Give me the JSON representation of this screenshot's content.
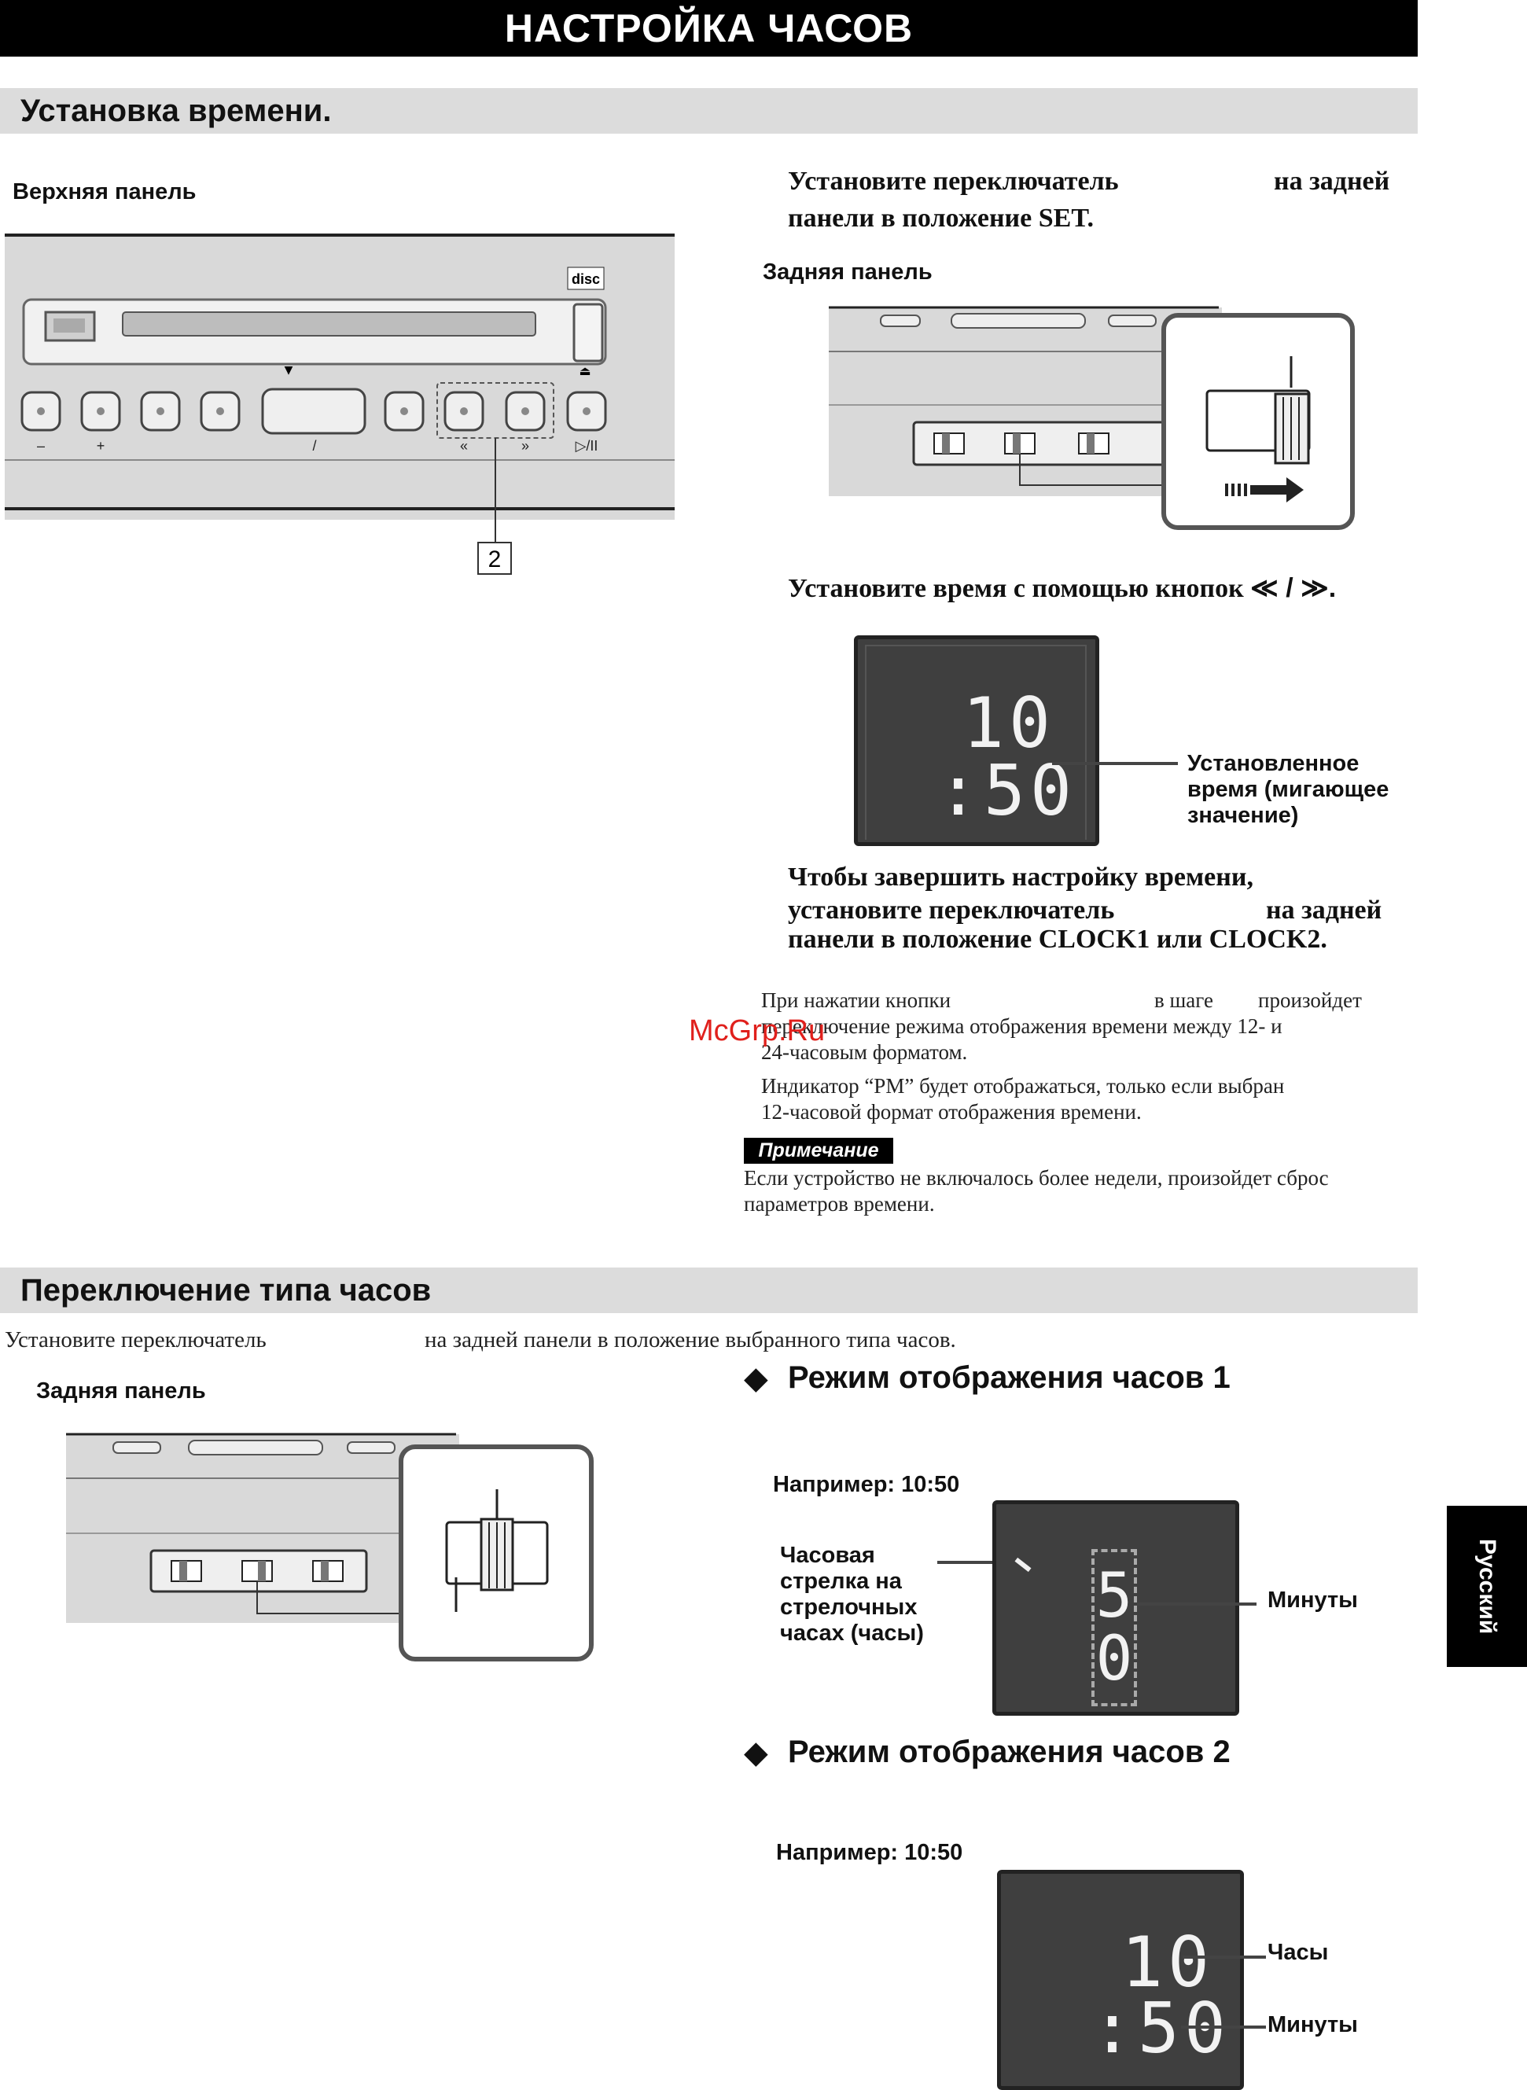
{
  "header": {
    "title": "НАСТРОЙКА ЧАСОВ"
  },
  "section1": {
    "title": "Установка времени.",
    "top_panel_label": "Верхняя панель",
    "callout_number": "2",
    "panel_labels": {
      "minus": "–",
      "plus": "+",
      "slash": "/",
      "prev": "«",
      "next": "»",
      "play": "▷/II",
      "eject": "⏏",
      "disc_logo": "disc"
    },
    "step1": {
      "line1": "Установите переключатель",
      "line1b": "на задней",
      "line2": "панели в положение SET."
    },
    "rear_panel_label": "Задняя панель",
    "step2": "Установите время с помощью кнопок ",
    "step2_buttons": "≪ / ≫.",
    "display": {
      "hours": "10",
      "minutes": ":50"
    },
    "display_callout": [
      "Установленное",
      "время (мигающее",
      "значение)"
    ],
    "step3": {
      "line1": "Чтобы завершить настройку времени,",
      "line2a": "установите переключатель",
      "line2b": "на задней",
      "line3": "панели в положение CLOCK1 или CLOCK2."
    },
    "para1": {
      "a": "При нажатии кнопки",
      "b": "в шаге",
      "c": "произойдет",
      "line2": "переключение режима отображения времени между 12- и",
      "line3": "24-часовым форматом."
    },
    "para2": {
      "line1": "Индикатор “PM” будет отображаться, только если выбран",
      "line2": "12-часовой формат отображения времени."
    },
    "note_label": "Примечание",
    "note": {
      "line1": "Если устройство не включалось более недели, произойдет сброс",
      "line2": "параметров времени."
    },
    "watermark": "McGrp.Ru"
  },
  "section2": {
    "title": "Переключение типа часов",
    "intro_a": "Установите переключатель",
    "intro_b": "на задней панели в положение выбранного типа часов.",
    "rear_panel_label": "Задняя панель",
    "mode1": {
      "title": "Режим отображения часов 1",
      "example": "Например: 10:50",
      "left_callout": [
        "Часовая",
        "стрелка на",
        "стрелочных",
        "часах (часы)"
      ],
      "right_callout": "Минуты",
      "digits": [
        "5",
        "0"
      ]
    },
    "mode2": {
      "title": "Режим отображения часов 2",
      "example": "Например: 10:50",
      "hours_callout": "Часы",
      "minutes_callout": "Минуты",
      "hours": "10",
      "minutes": ":50"
    }
  },
  "side_tab": "Русский",
  "colors": {
    "bar": "#000000",
    "section_bg": "#dcdcdc",
    "panel_gray": "#d9d9d9",
    "display_bg": "#3f3f3f",
    "watermark": "#e0201c"
  }
}
